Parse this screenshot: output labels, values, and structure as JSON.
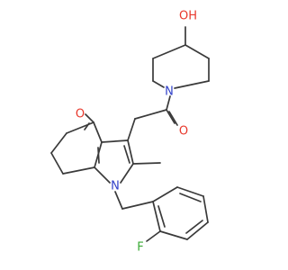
{
  "diagram": {
    "type": "skeletal-structure",
    "atom_labels": [
      {
        "id": "oh",
        "text": "OH",
        "color": "#e8382c"
      },
      {
        "id": "pip_n",
        "text": "N",
        "color": "#2f3fc8"
      },
      {
        "id": "amide_o",
        "text": "O",
        "color": "#e8382c"
      },
      {
        "id": "ketone_o",
        "text": "O",
        "color": "#e8382c"
      },
      {
        "id": "indole_n",
        "text": "N",
        "color": "#2f3fc8"
      },
      {
        "id": "fluorine",
        "text": "F",
        "color": "#3aaa35"
      }
    ],
    "bond_color": "#3a3a3a"
  }
}
